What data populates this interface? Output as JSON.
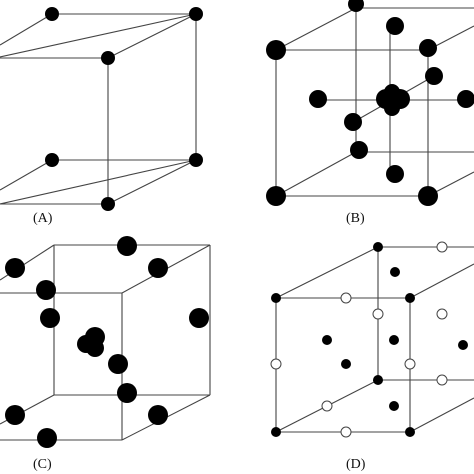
{
  "panels": [
    {
      "id": "A",
      "label": "(A)"
    },
    {
      "id": "B",
      "label": "(B)"
    },
    {
      "id": "C",
      "label": "(C)"
    },
    {
      "id": "D",
      "label": "(D)"
    }
  ],
  "colors": {
    "atom": "#000000",
    "edge": "#444444",
    "background": "#ffffff"
  }
}
